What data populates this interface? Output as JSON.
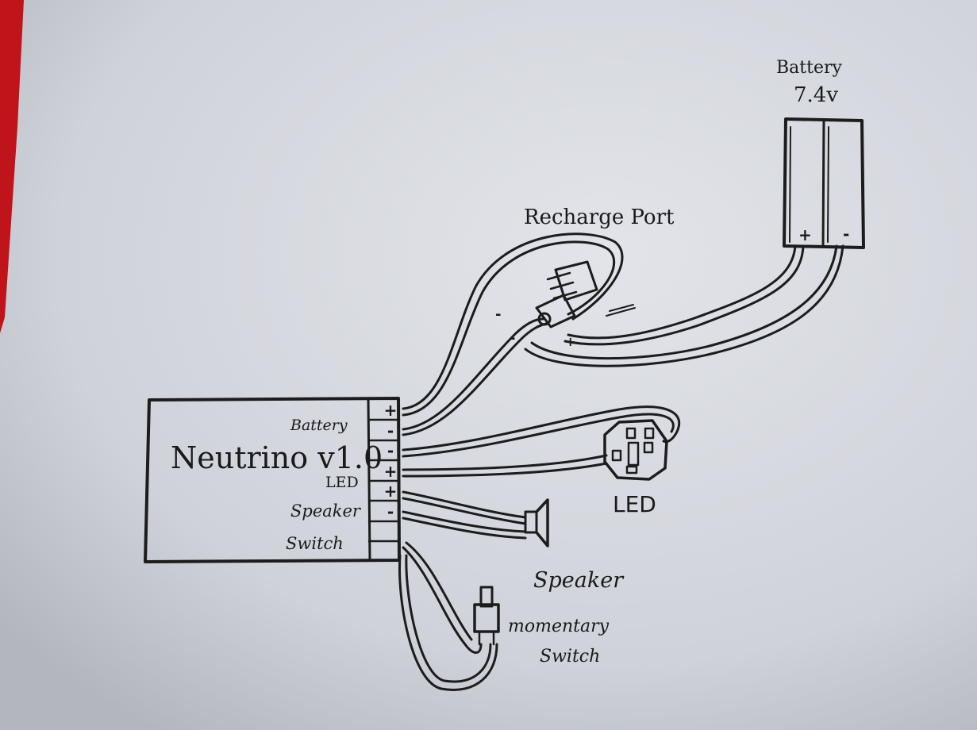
{
  "diagram": {
    "board_title": "Neutrino v1.0",
    "board_labels": {
      "battery": "Battery",
      "led": "LED",
      "speaker": "Speaker",
      "switch": "Switch"
    },
    "terminal_signs": [
      "+",
      "-",
      "-",
      "+",
      "+",
      "-",
      "",
      ""
    ],
    "battery_pack": {
      "label_line1": "Battery",
      "label_line2": "7.4v",
      "plus": "+",
      "minus": "-"
    },
    "recharge_port": {
      "label": "Recharge Port",
      "signs": [
        "-",
        "-",
        "+"
      ]
    },
    "led_label": "LED",
    "speaker_label": "Speaker",
    "switch_label_line1": "momentary",
    "switch_label_line2": "Switch"
  },
  "colors": {
    "paper": "#d6d8de",
    "ink": "#1c1c1c",
    "binder_edge": "#c0141b"
  }
}
